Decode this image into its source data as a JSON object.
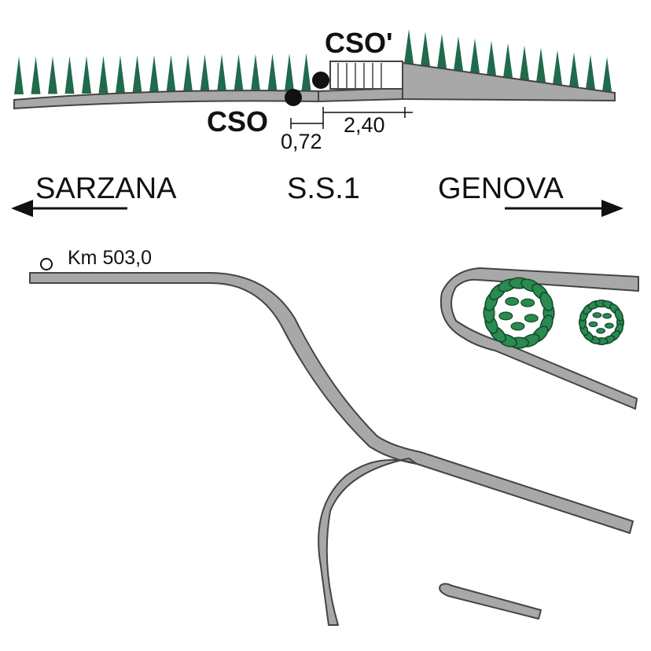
{
  "labels": {
    "cso": "CSO",
    "cso_prime": "CSO'",
    "dist_small": "0,72",
    "dist_large": "2,40",
    "dir_left": "SARZANA",
    "road_name": "S.S.1",
    "dir_right": "GENOVA",
    "km_marker": "Km 503,0"
  },
  "colors": {
    "road_fill": "#a8a8a8",
    "road_stroke": "#444444",
    "vegetation": "#1f6b4c",
    "tree": "#2a8a4f",
    "ink": "#111111"
  },
  "icons": {
    "left_arrow": "arrow-left-icon",
    "right_arrow": "arrow-right-icon",
    "marker": "km-circle-icon",
    "point": "monitoring-point-icon",
    "tree": "tree-icon"
  }
}
